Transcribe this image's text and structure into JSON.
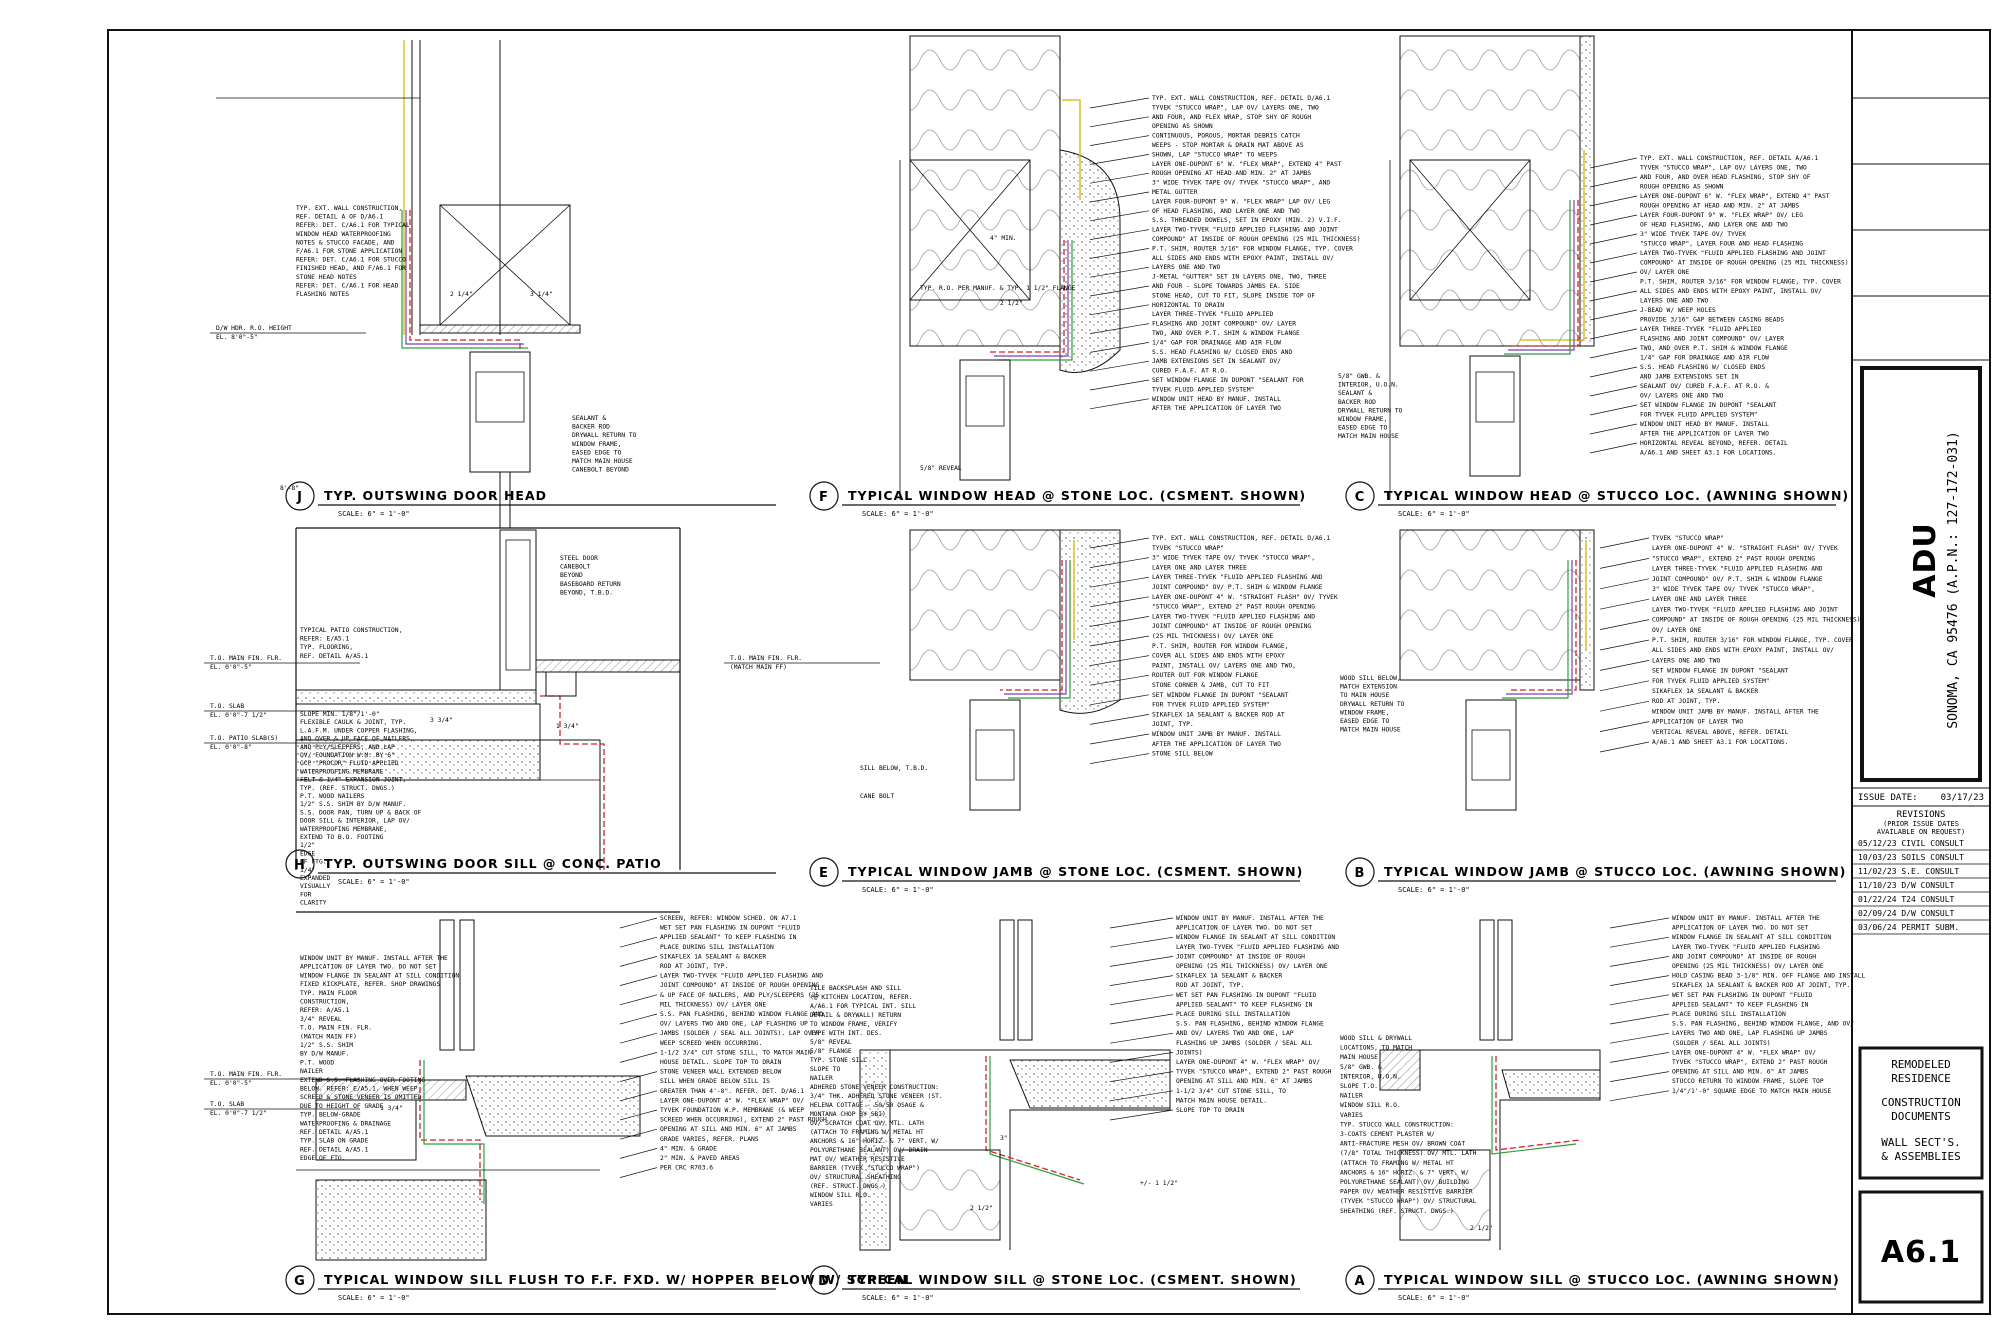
{
  "project": {
    "name": "ADU",
    "address": "SONOMA, CA 95476   (A.P.N.: 127-172-031)"
  },
  "issue": {
    "label": "ISSUE DATE:",
    "date": "03/17/23"
  },
  "revisions": {
    "title": "REVISIONS",
    "note1": "(PRIOR ISSUE DATES",
    "note2": "AVAILABLE ON REQUEST)",
    "rows": [
      "05/12/23  CIVIL CONSULT",
      "10/03/23  SOILS CONSULT",
      "11/02/23  S.E. CONSULT",
      "11/10/23  D/W CONSULT",
      "01/22/24  T24 CONSULT",
      "02/09/24  D/W CONSULT",
      "03/06/24  PERMIT SUBM."
    ]
  },
  "sheet_block": {
    "l1": "REMODELED",
    "l2": "RESIDENCE",
    "l3": "CONSTRUCTION",
    "l4": "DOCUMENTS",
    "l5": "WALL SECT'S.",
    "l6": "& ASSEMBLIES",
    "number": "A6.1"
  },
  "scale": "SCALE: 6\" = 1'-0\"",
  "details": {
    "j": {
      "letter": "J",
      "title": "TYP. OUTSWING DOOR HEAD"
    },
    "f": {
      "letter": "F",
      "title": "TYPICAL WINDOW HEAD @ STONE LOC. (CSMENT. SHOWN)"
    },
    "c": {
      "letter": "C",
      "title": "TYPICAL WINDOW HEAD @ STUCCO LOC. (AWNING SHOWN)"
    },
    "h": {
      "letter": "H",
      "title": "TYP. OUTSWING DOOR SILL @ CONC. PATIO"
    },
    "e": {
      "letter": "E",
      "title": "TYPICAL WINDOW JAMB @ STONE LOC. (CSMENT. SHOWN)"
    },
    "b": {
      "letter": "B",
      "title": "TYPICAL WINDOW JAMB @ STUCCO LOC. (AWNING SHOWN)"
    },
    "g": {
      "letter": "G",
      "title": "TYPICAL WINDOW SILL FLUSH TO F.F.  FXD. W/ HOPPER BELOW W/ SCREEN"
    },
    "d": {
      "letter": "D",
      "title": "TYPICAL WINDOW SILL @ STONE LOC. (CSMENT. SHOWN)"
    },
    "a": {
      "letter": "A",
      "title": "TYPICAL WINDOW SILL @ STUCCO LOC. (AWNING SHOWN)"
    }
  },
  "notes": {
    "j": [
      "TYP. EXT. WALL CONSTRUCTION,",
      "REF. DETAIL A OF D/A6.1",
      "REFER: DET. C/A6.1 FOR TYPICAL",
      "WINDOW HEAD WATERPROOFING",
      "NOTES & STUCCO FACADE, AND",
      "F/A6.1 FOR STONE APPLICATION",
      "REFER: DET. C/A6.1 FOR STUCCO",
      "FINISHED HEAD, AND F/A6.1 FOR",
      "STONE HEAD NOTES",
      "REFER: DET. C/A6.1 FOR HEAD",
      "FLASHING NOTES",
      "SEALANT &",
      "BACKER ROD",
      "DRYWALL RETURN TO",
      "WINDOW FRAME,",
      "EASED EDGE TO",
      "MATCH MAIN HOUSE",
      "CANEBOLT BEYOND"
    ],
    "f": [
      "TYP. EXT. WALL CONSTRUCTION, REF. DETAIL D/A6.1",
      "TYVEK \"STUCCO WRAP\", LAP OV/ LAYERS ONE, TWO",
      "AND FOUR, AND FLEX WRAP, STOP SHY OF ROUGH",
      "OPENING AS SHOWN",
      "CONTINUOUS, POROUS, MORTAR DEBRIS CATCH",
      "WEEPS - STOP MORTAR & DRAIN MAT ABOVE AS",
      "SHOWN, LAP \"STUCCO WRAP\" TO WEEPS",
      "LAYER ONE-DUPONT 6\" W. \"FLEX WRAP\", EXTEND 4\" PAST",
      "ROUGH OPENING AT HEAD AND MIN. 2\" AT JAMBS",
      "3\" WIDE TYVEK TAPE OV/ TYVEK \"STUCCO WRAP\", AND",
      "METAL GUTTER",
      "LAYER FOUR-DUPONT 9\" W. \"FLEX WRAP\" LAP OV/ LEG",
      "OF HEAD FLASHING, AND LAYER ONE AND TWO",
      "S.S. THREADED DOWELS, SET IN EPOXY (MIN. 2) V.I.F.",
      "LAYER TWO-TYVEK \"FLUID APPLIED FLASHING AND JOINT",
      "COMPOUND\" AT INSIDE OF ROUGH OPENING (25 MIL THICKNESS)",
      "P.T. SHIM, ROUTER 3/16\" FOR WINDOW FLANGE, TYP. COVER",
      "ALL SIDES AND ENDS WITH EPOXY PAINT, INSTALL OV/",
      "LAYERS ONE AND TWO",
      "J-METAL \"GUTTER\" SET IN LAYERS ONE, TWO, THREE",
      "AND FOUR - SLOPE TOWARDS JAMBS EA. SIDE",
      "STONE HEAD, CUT TO FIT, SLOPE INSIDE TOP OF",
      "HORIZONTAL TO DRAIN",
      "LAYER THREE-TYVEK \"FLUID APPLIED",
      "FLASHING AND JOINT COMPOUND\" OV/ LAYER",
      "TWO, AND OVER P.T. SHIM & WINDOW FLANGE",
      "1/4\" GAP FOR DRAINAGE AND AIR FLOW",
      "S.S. HEAD FLASHING W/ CLOSED ENDS AND",
      "JAMB EXTENSIONS SET IN SEALANT OV/",
      "CURED F.A.F. AT R.O.",
      "SET WINDOW FLANGE IN DUPONT \"SEALANT FOR",
      "TYVEK FLUID APPLIED SYSTEM\"",
      "WINDOW UNIT HEAD BY MANUF. INSTALL",
      "AFTER THE APPLICATION OF LAYER TWO"
    ],
    "c": [
      "TYP. EXT. WALL CONSTRUCTION, REF. DETAIL A/A6.1",
      "TYVEK \"STUCCO WRAP\", LAP OV/ LAYERS ONE, TWO",
      "AND FOUR, AND OVER HEAD FLASHING, STOP SHY OF",
      "ROUGH OPENING AS SHOWN",
      "LAYER ONE-DUPONT 6\" W. \"FLEX WRAP\", EXTEND 4\" PAST",
      "ROUGH OPENING AT HEAD AND MIN. 2\" AT JAMBS",
      "LAYER FOUR-DUPONT 9\" W. \"FLEX WRAP\" OV/ LEG",
      "OF HEAD FLASHING, AND LAYER ONE AND TWO",
      "3\" WIDE TYVEK TAPE OV/ TYVEK",
      "\"STUCCO WRAP\", LAYER FOUR AND HEAD FLASHING",
      "LAYER TWO-TYVEK \"FLUID APPLIED FLASHING AND JOINT",
      "COMPOUND\" AT INSIDE OF ROUGH OPENING (25 MIL THICKNESS)",
      "OV/ LAYER ONE",
      "P.T. SHIM, ROUTER 3/16\" FOR WINDOW FLANGE, TYP. COVER",
      "ALL SIDES AND ENDS WITH EPOXY PAINT, INSTALL OV/",
      "LAYERS ONE AND TWO",
      "J-BEAD W/ WEEP HOLES",
      "PROVIDE 3/16\" GAP BETWEEN CASING BEADS",
      "LAYER THREE-TYVEK \"FLUID APPLIED",
      "FLASHING AND JOINT COMPOUND\" OV/ LAYER",
      "TWO, AND OVER P.T. SHIM & WINDOW FLANGE",
      "1/4\" GAP FOR DRAINAGE AND AIR FLOW",
      "S.S. HEAD FLASHING W/ CLOSED ENDS",
      "AND JAMB EXTENSIONS SET IN",
      "SEALANT OV/ CURED F.A.F. AT R.O. &",
      "OV/ LAYERS ONE AND TWO",
      "SET WINDOW FLANGE IN DUPONT \"SEALANT",
      "FOR TYVEK FLUID APPLIED SYSTEM\"",
      "WINDOW UNIT HEAD BY MANUF. INSTALL",
      "AFTER THE APPLICATION OF LAYER TWO",
      "HORIZONTAL REVEAL BEYOND, REFER. DETAIL",
      "A/A6.1 AND SHEET A3.1 FOR LOCATIONS."
    ],
    "c_left": [
      "5/8\" GWB. &",
      "INTERIOR, U.O.N.",
      "SEALANT &",
      "BACKER ROD",
      "DRYWALL RETURN TO",
      "WINDOW FRAME,",
      "EASED EDGE TO",
      "MATCH MAIN HOUSE"
    ],
    "h": [
      "STEEL DOOR",
      "CANEBOLT",
      "BEYOND",
      "BASEBOARD RETURN",
      "BEYOND, T.B.D.",
      "TYPICAL PATIO CONSTRUCTION,",
      "REFER: E/A5.1",
      "TYP. FLOORING,",
      "REF. DETAIL A/A5.1",
      "SLOPE MIN. 1/8\"/1'-0\"",
      "FLEXIBLE CAULK & JOINT, TYP.",
      "L.A.F.M. UNDER COPPER FLASHING,",
      "AND OVER & UP FACE OF NAILERS,",
      "AND PLY/SLEEPERS, AND LAP",
      "OV/ FOUNDATION W.M. BY 6\"",
      "GCP \"PROCOR\" FLUID APPLIED",
      "WATERPROOFING MEMBRANE",
      "FELT & 1/4\" EXPANSION JOINT,",
      "TYP. (REF. STRUCT. DWGS.)",
      "P.T. WOOD NAILERS",
      "1/2\" S.S. SHIM BY D/W MANUF.",
      "S.S. DOOR PAN, TURN UP & BACK OF",
      "DOOR SILL & INTERIOR, LAP OV/",
      "WATERPROOFING MEMBRANE,",
      "EXTEND TO B.O. FOOTING",
      "1/2\"",
      "EDGE",
      "OF FTG.",
      "1/4\"",
      "EXPANDED",
      "VISUALLY",
      "FOR",
      "CLARITY"
    ],
    "e": [
      "TYP. EXT. WALL CONSTRUCTION, REF. DETAIL D/A6.1",
      "TYVEK \"STUCCO WRAP\"",
      "3\" WIDE TYVEK TAPE OV/ TYVEK \"STUCCO WRAP\",",
      "LAYER ONE AND LAYER THREE",
      "LAYER THREE-TYVEK \"FLUID APPLIED FLASHING AND",
      "JOINT COMPOUND\" OV/ P.T. SHIM & WINDOW FLANGE",
      "LAYER ONE-DUPONT 4\" W. \"STRAIGHT FLASH\" OV/ TYVEK",
      "\"STUCCO WRAP\", EXTEND 2\" PAST ROUGH OPENING",
      "LAYER TWO-TYVEK \"FLUID APPLIED FLASHING AND",
      "JOINT COMPOUND\" AT INSIDE OF ROUGH OPENING",
      "(25 MIL THICKNESS) OV/ LAYER ONE",
      "P.T. SHIM, ROUTER FOR WINDOW FLANGE,",
      "COVER ALL SIDES AND ENDS WITH EPOXY",
      "PAINT, INSTALL OV/ LAYERS ONE AND TWO,",
      "ROUTER OUT FOR WINDOW FLANGE",
      "STONE CORNER & JAMB, CUT TO FIT",
      "SET WINDOW FLANGE IN DUPONT \"SEALANT",
      "FOR TYVEK FLUID APPLIED SYSTEM\"",
      "SIKAFLEX 1A SEALANT & BACKER ROD AT",
      "JOINT, TYP.",
      "WINDOW UNIT JAMB BY MANUF. INSTALL",
      "AFTER THE APPLICATION OF LAYER TWO",
      "STONE SILL BELOW",
      "SILL BELOW, T.B.D.",
      "CANE BOLT"
    ],
    "b": [
      "TYVEK \"STUCCO WRAP\"",
      "LAYER ONE-DUPONT 4\" W. \"STRAIGHT FLASH\" OV/ TYVEK",
      "\"STUCCO WRAP\", EXTEND 2\" PAST ROUGH OPENING",
      "LAYER THREE-TYVEK \"FLUID APPLIED FLASHING AND",
      "JOINT COMPOUND\" OV/ P.T. SHIM & WINDOW FLANGE",
      "3\" WIDE TYVEK TAPE OV/ TYVEK \"STUCCO WRAP\",",
      "LAYER ONE AND LAYER THREE",
      "LAYER TWO-TYVEK \"FLUID APPLIED FLASHING AND JOINT",
      "COMPOUND\" AT INSIDE OF ROUGH OPENING (25 MIL THICKNESS)",
      "OV/ LAYER ONE",
      "P.T. SHIM, ROUTER 3/16\" FOR WINDOW FLANGE, TYP. COVER",
      "ALL SIDES AND ENDS WITH EPOXY PAINT, INSTALL OV/",
      "LAYERS ONE AND TWO",
      "SET WINDOW FLANGE IN DUPONT \"SEALANT",
      "FOR TYVEK FLUID APPLIED SYSTEM\"",
      "SIKAFLEX 1A SEALANT & BACKER",
      "ROD AT JOINT, TYP.",
      "WINDOW UNIT JAMB BY MANUF. INSTALL AFTER THE",
      "APPLICATION OF LAYER TWO",
      "VERTICAL REVEAL ABOVE, REFER. DETAIL",
      "A/A6.1 AND SHEET A3.1 FOR LOCATIONS."
    ],
    "b_left": [
      "WOOD SILL BELOW,",
      "MATCH EXTENSION",
      "TO MAIN HOUSE",
      "DRYWALL RETURN TO",
      "WINDOW FRAME,",
      "EASED EDGE TO",
      "MATCH MAIN HOUSE"
    ],
    "g": [
      "SCREEN, REFER: WINDOW SCHED. ON A7.1",
      "WET SET PAN FLASHING IN DUPONT \"FLUID",
      "APPLIED SEALANT\" TO KEEP FLASHING IN",
      "PLACE DURING SILL INSTALLATION",
      "SIKAFLEX 1A SEALANT & BACKER",
      "ROD AT JOINT, TYP.",
      "LAYER TWO-TYVEK \"FLUID APPLIED FLASHING AND",
      "JOINT COMPOUND\" AT INSIDE OF ROUGH OPENING",
      "& UP FACE OF NAILERS, AND PLY/SLEEPERS (25",
      "MIL THICKNESS) OV/ LAYER ONE",
      "S.S. PAN FLASHING, BEHIND WINDOW FLANGE AND",
      "OV/ LAYERS TWO AND ONE, LAP FLASHING UP",
      "JAMBS (SOLDER / SEAL ALL JOINTS). LAP OVER",
      "WEEP SCREED WHEN OCCURRING.",
      "1-1/2 3/4\" CUT STONE SILL, TO MATCH MAIN",
      "HOUSE DETAIL. SLOPE TOP TO DRAIN",
      "STONE VENEER WALL EXTENDED BELOW",
      "SILL WHEN GRADE BELOW SILL IS",
      "GREATER THAN 4'-8\". REFER. DET. D/A6.1",
      "LAYER ONE-DUPONT 4\" W. \"FLEX WRAP\" OV/",
      "TYVEK FOUNDATION W.P. MEMBRANE (& WEEP",
      "SCREED WHEN OCCURRING), EXTEND 2\" PAST ROUGH",
      "OPENING AT SILL AND MIN. 6\" AT JAMBS",
      "GRADE VARIES, REFER. PLANS",
      "4\" MIN. & GRADE",
      "2\" MIN. & PAVED AREAS",
      "PER CRC R703.6",
      "WINDOW UNIT BY MANUF. INSTALL AFTER THE",
      "APPLICATION OF LAYER TWO. DO NOT SET",
      "WINDOW FLANGE IN SEALANT AT SILL CONDITION",
      "FIXED KICKPLATE, REFER. SHOP DRAWINGS",
      "TYP. MAIN FLOOR",
      "CONSTRUCTION,",
      "REFER: A/A5.1",
      "3/4\" REVEAL",
      "T.O. MAIN FIN. FLR.",
      "(MATCH MAIN FF)",
      "1/2\" S.S. SHIM",
      "BY D/W MANUF.",
      "P.T. WOOD",
      "NAILER",
      "EXTEND S.S. FLASHING OVER FOOTING",
      "BELOW. REFER: E/A5.1. WHEN WEEP",
      "SCREED & STONE VENEER IS OMITTED",
      "DUE TO HEIGHT OF GRADE",
      "TYP. BELOW-GRADE",
      "WATERPROOFING & DRAINAGE",
      "REF. DETAIL A/A5.1",
      "TYP. SLAB ON GRADE",
      "REF. DETAIL A/A5.1",
      "EDGE OF FTG."
    ],
    "d": [
      "WINDOW UNIT BY MANUF. INSTALL AFTER THE",
      "APPLICATION OF LAYER TWO. DO NOT SET",
      "WINDOW FLANGE IN SEALANT AT SILL CONDITION",
      "LAYER TWO-TYVEK \"FLUID APPLIED FLASHING AND",
      "JOINT COMPOUND\" AT INSIDE OF ROUGH",
      "OPENING (25 MIL THICKNESS) OV/ LAYER ONE",
      "SIKAFLEX 1A SEALANT & BACKER",
      "ROD AT JOINT, TYP.",
      "WET SET PAN FLASHING IN DUPONT \"FLUID",
      "APPLIED SEALANT\" TO KEEP FLASHING IN",
      "PLACE DURING SILL INSTALLATION",
      "S.S. PAN FLASHING, BEHIND WINDOW FLANGE",
      "AND OV/ LAYERS TWO AND ONE, LAP",
      "FLASHING UP JAMBS (SOLDER / SEAL ALL",
      "JOINTS)",
      "LAYER ONE-DUPONT 4\" W. \"FLEX WRAP\" OV/",
      "TYVEK \"STUCCO WRAP\", EXTEND 2\" PAST ROUGH",
      "OPENING AT SILL AND MIN. 6\" AT JAMBS",
      "1-1/2 3/4\" CUT STONE SILL, TO",
      "MATCH MAIN HOUSE DETAIL.",
      "SLOPE TOP TO DRAIN",
      "TILE BACKSPLASH AND SILL",
      "(@ KITCHEN LOCATION, REFER.",
      "A/A6.1 FOR TYPICAL INT. SILL",
      "DETAIL & DRYWALL) RETURN",
      "TO WINDOW FRAME, VERIFY",
      "TYPE WITH INT. DES.",
      "5/8\" REVEAL",
      "5/8\" FLANGE",
      "TYP. STONE SILL",
      "SLOPE TO",
      "NAILER",
      "ADHERED STONE VENEER CONSTRUCTION:",
      "3/4\" THK. ADHERED STONE VENEER (ST.",
      "HELENA COTTAGE - 50/50 OSAGE &",
      "MONTANA CHOP BY SBI)",
      "OV/ SCRATCH COAT OV/ MTL. LATH",
      "(ATTACH TO FRAMING W/ METAL HT",
      "ANCHORS & 16\" HORIZ. & 7\" VERT. W/",
      "POLYURETHANE SEALANT) OV/ DRAIN",
      "MAT OV/ WEATHER RESISTIVE",
      "BARRIER (TYVEK \"STUCCO WRAP\")",
      "OV/ STRUCTURAL SHEATHING",
      "(REF. STRUCT. DWGS.)",
      "WINDOW SILL R.O.",
      "VARIES"
    ],
    "a": [
      "WINDOW UNIT BY MANUF. INSTALL AFTER THE",
      "APPLICATION OF LAYER TWO. DO NOT SET",
      "WINDOW FLANGE IN SEALANT AT SILL CONDITION",
      "LAYER TWO-TYVEK \"FLUID APPLIED FLASHING",
      "AND JOINT COMPOUND\" AT INSIDE OF ROUGH",
      "OPENING (25 MIL THICKNESS) OV/ LAYER ONE",
      "HOLD CASING BEAD 3-1/8\" MIN. OFF FLANGE AND INSTALL",
      "SIKAFLEX 1A SEALANT & BACKER ROD AT JOINT, TYP.",
      "WET SET PAN FLASHING IN DUPONT \"FLUID",
      "APPLIED SEALANT\" TO KEEP FLASHING IN",
      "PLACE DURING SILL INSTALLATION",
      "S.S. PAN FLASHING, BEHIND WINDOW FLANGE, AND OV/",
      "LAYERS TWO AND ONE, LAP FLASHING UP JAMBS",
      "(SOLDER / SEAL ALL JOINTS)",
      "LAYER ONE-DUPONT 4\" W. \"FLEX WRAP\" OV/",
      "TYVEK \"STUCCO WRAP\", EXTEND 2\" PAST ROUGH",
      "OPENING AT SILL AND MIN. 6\" AT JAMBS",
      "STUCCO RETURN TO WINDOW FRAME, SLOPE TOP",
      "1/4\"/1'-0\" SQUARE EDGE TO MATCH MAIN HOUSE",
      "WOOD SILL & DRYWALL",
      "LOCATIONS, TO MATCH",
      "MAIN HOUSE",
      "5/8\" GWB. &",
      "INTERIOR, U.O.N.",
      "SLOPE T.O.",
      "NAILER",
      "WINDOW SILL R.O.",
      "VARIES",
      "TYP. STUCCO WALL CONSTRUCTION:",
      "3-COATS CEMENT PLASTER W/",
      "ANTI-FRACTURE MESH OV/ BROWN COAT",
      "(7/8\" TOTAL THICKNESS) OV/ MTL. LATH",
      "(ATTACH TO FRAMING W/ METAL HT",
      "ANCHORS & 16\" HORIZ. & 7\" VERT. W/",
      "POLYURETHANE SEALANT) OV/ BUILDING",
      "PAPER OV/ WEATHER RESISTIVE BARRIER",
      "(TYVEK \"STUCCO WRAP\") OV/ STRUCTURAL",
      "SHEATHING (REF. STRUCT. DWGS.)"
    ]
  },
  "level_labels": {
    "dw_hdr": "D/W HDR. R.O. HEIGHT",
    "el_8_5": "EL. 8'0\"-5\"",
    "main_flr": "T.O. MAIN FIN. FLR.",
    "match_ff": "(MATCH MAIN FF)",
    "el_0_5": "EL. 0'0\"-5\"",
    "slab": "T.O. SLAB",
    "el_slab": "EL. 0'0\"-7 1/2\"",
    "patio": "T.O. PATIO SLAB(S)",
    "el_patio": "EL. 0'0\"-8\""
  },
  "dims": {
    "d1": "2 1/4\"",
    "d2": "3 1/4\"",
    "d3": "1 1/2\"",
    "d4": "2 1/2\"",
    "d5": "4\" MIN.",
    "d6": "3 3/4\"",
    "d7": "1 3/4\"",
    "d8": "3\"",
    "d9": "5/8\" REVEAL",
    "d10": "8'-8\"",
    "d11": "TYP. R.O. PER MANUF. & TYP. 1 1/2\" FLANGE",
    "d12": "+/- 1 1/2\""
  },
  "colors": {
    "line": "#111111",
    "red": "#d0212a",
    "green": "#2e9e3a",
    "purple": "#7b3fb3",
    "yellow": "#d8b400"
  }
}
